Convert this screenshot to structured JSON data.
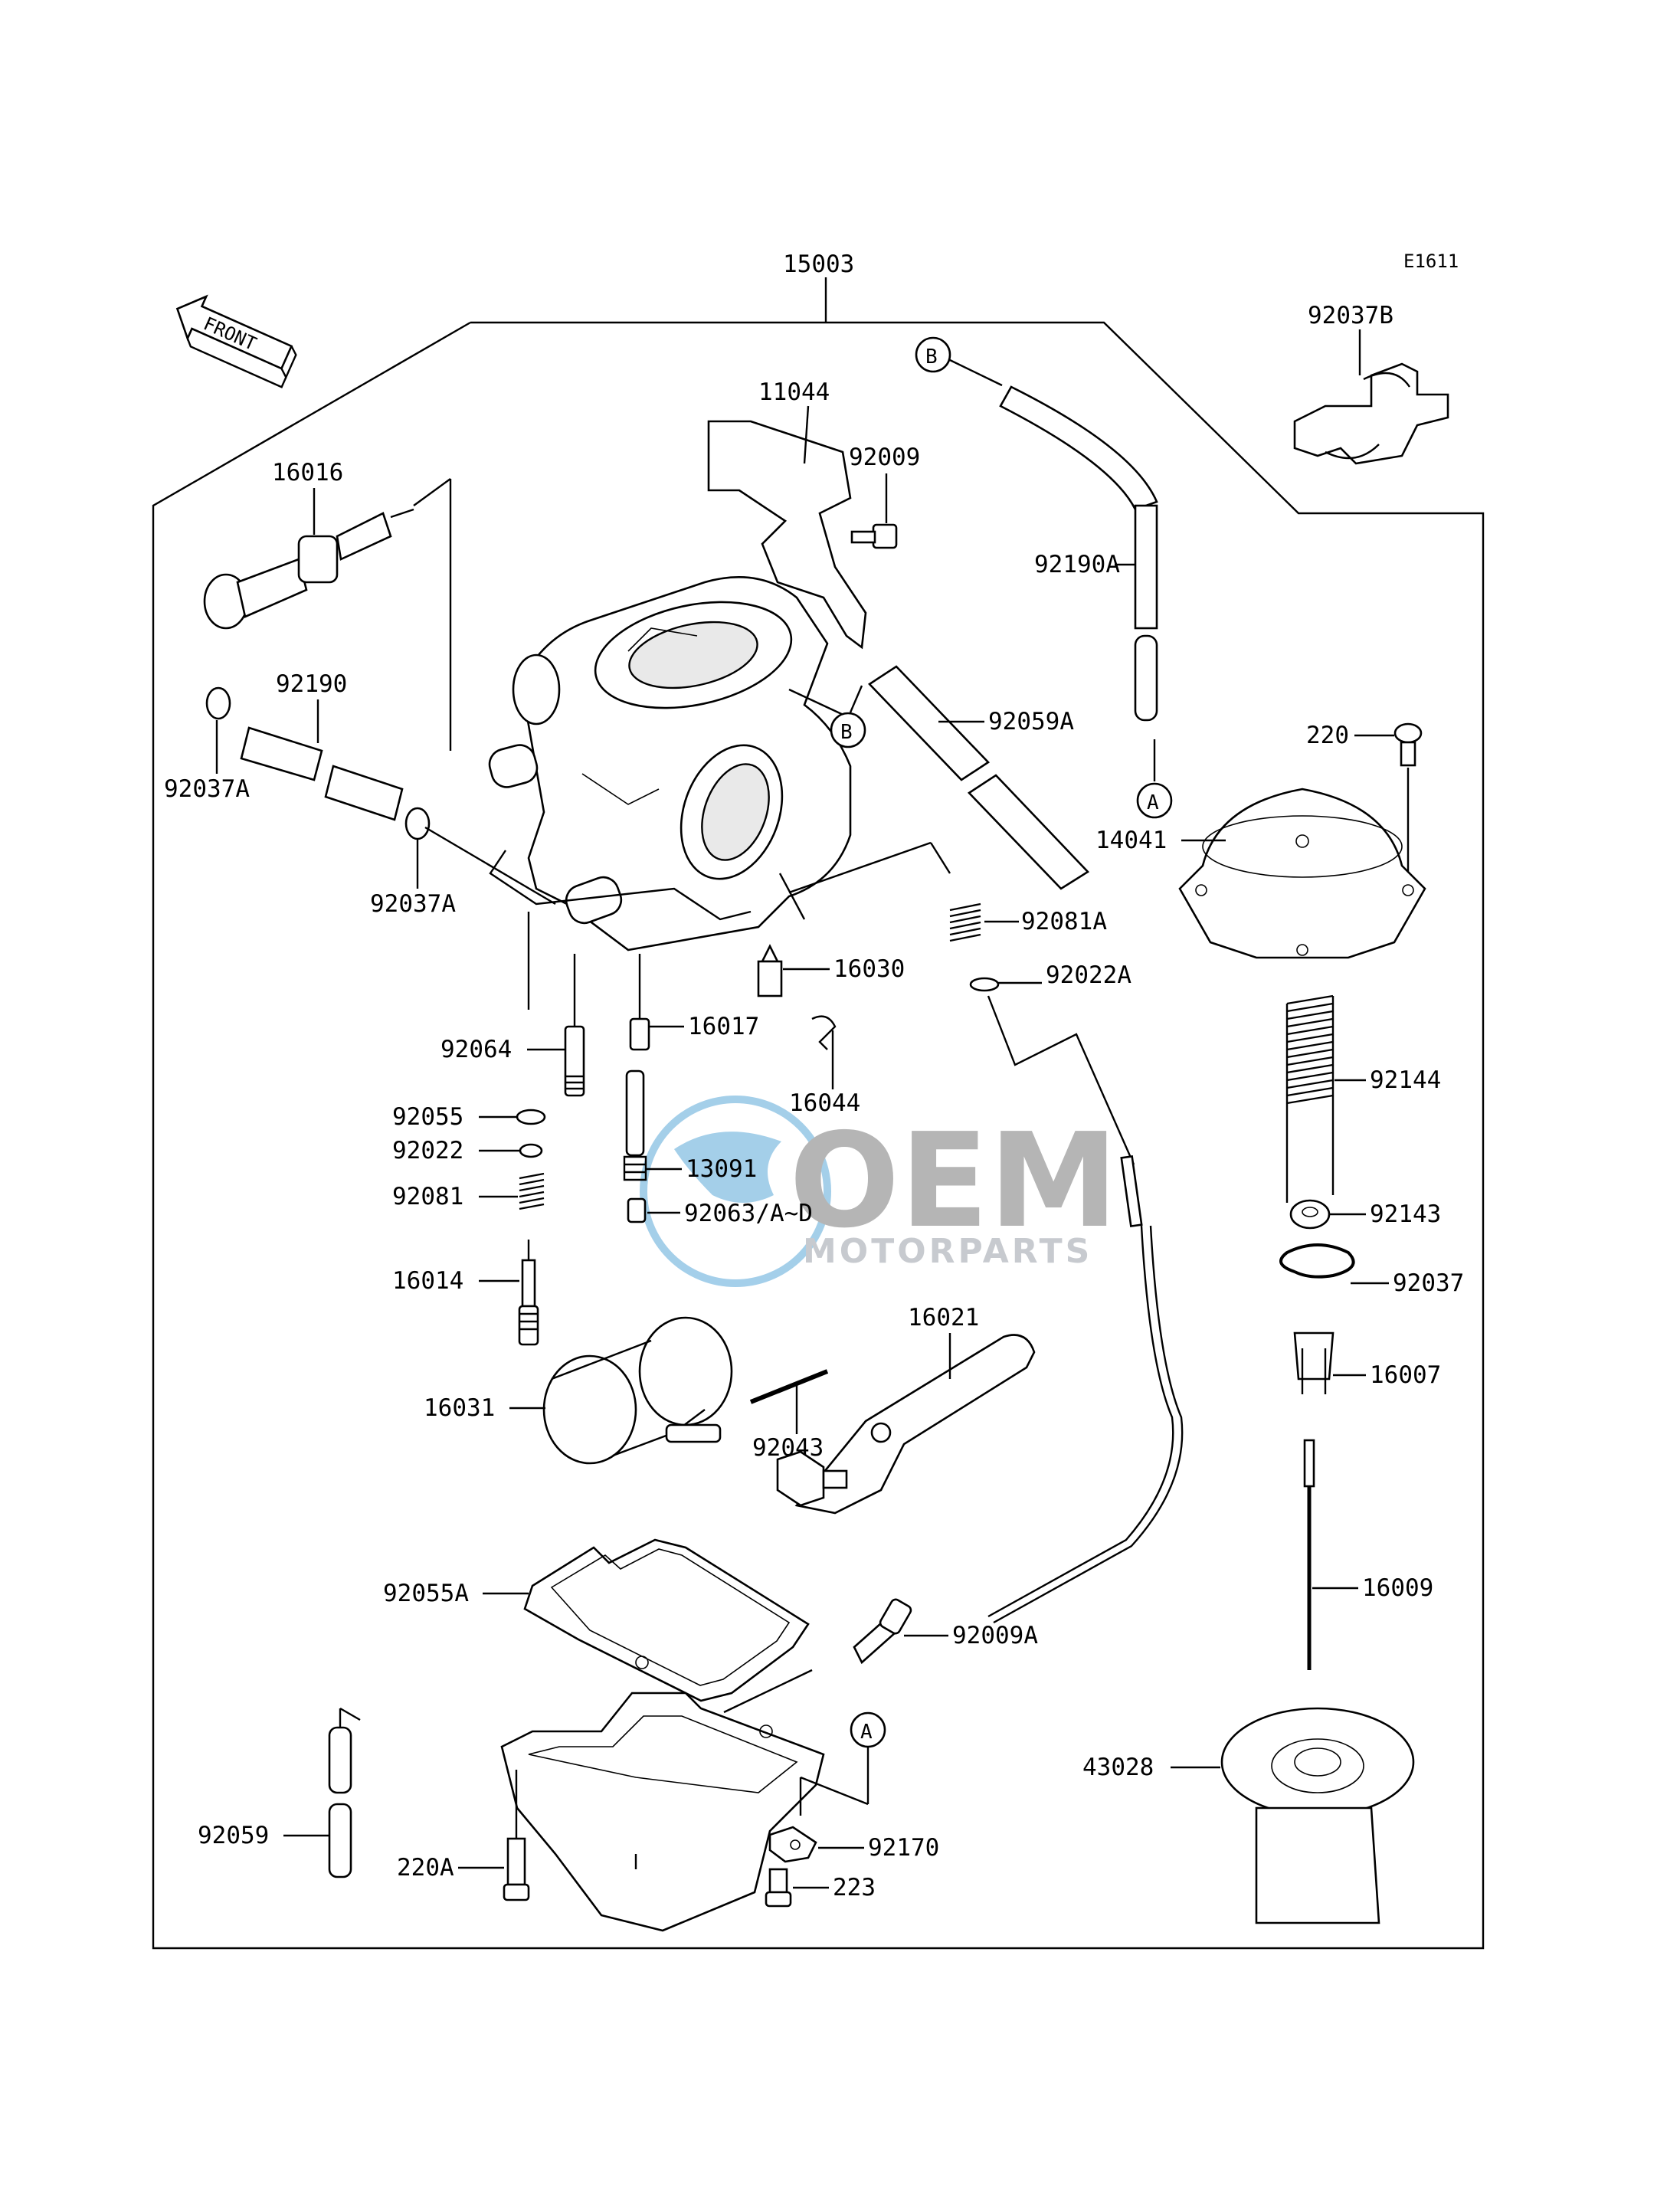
{
  "diagram": {
    "code": "E1611",
    "front_label": "FRONT",
    "assembly_label": "15003",
    "watermark": {
      "brand": "OEM",
      "subtitle": "MOTORPARTS",
      "color": "#5aa8d8"
    },
    "connectors": {
      "a": "A",
      "b": "B"
    },
    "labels": {
      "p11044": "11044",
      "p92009": "92009",
      "p92037B": "92037B",
      "p16016": "16016",
      "p92190": "92190",
      "p92037A_top": "92037A",
      "p92037A_bot": "92037A",
      "p92190A": "92190A",
      "p92059A": "92059A",
      "p220": "220",
      "p14041": "14041",
      "p92081A": "92081A",
      "p16030": "16030",
      "p92022A": "92022A",
      "p92064": "92064",
      "p16017": "16017",
      "p16044": "16044",
      "p92144": "92144",
      "p92055": "92055",
      "p13091": "13091",
      "p92022": "92022",
      "p92081": "92081",
      "p92063": "92063/A~D",
      "p92143": "92143",
      "p92037": "92037",
      "p16014": "16014",
      "p16007": "16007",
      "p16021": "16021",
      "p16031": "16031",
      "p92043": "92043",
      "p92055A": "92055A",
      "p16009": "16009",
      "p92009A": "92009A",
      "p43028": "43028",
      "p92059": "92059",
      "p92170": "92170",
      "p220A": "220A",
      "p223": "223"
    }
  }
}
